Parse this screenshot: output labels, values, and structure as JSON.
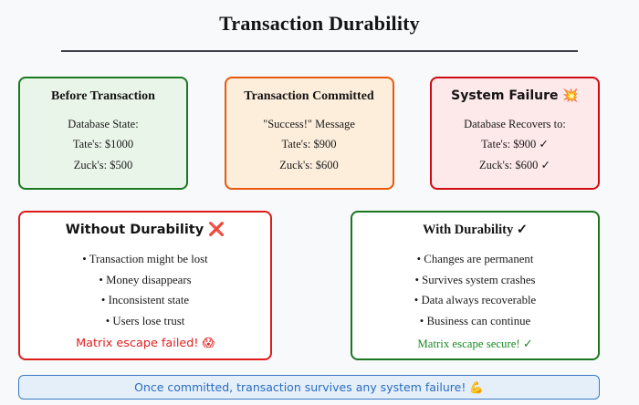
{
  "page": {
    "title": "Transaction Durability",
    "background_color": "#f7f9fb"
  },
  "states": [
    {
      "title": "Before Transaction",
      "accent_color": "#1a7a1f",
      "fill_color": "#eaf5ea",
      "lines": [
        "Database State:",
        "Tate's: $1000",
        "Zuck's: $500"
      ]
    },
    {
      "title": "Transaction Committed",
      "accent_color": "#e8590c",
      "fill_color": "#fdeedc",
      "lines": [
        "\"Success!\" Message",
        "Tate's: $900",
        "Zuck's: $600"
      ]
    },
    {
      "title": "System Failure 💥",
      "accent_color": "#d10a12",
      "fill_color": "#fde8ea",
      "lines": [
        "Database Recovers to:",
        "Tate's: $900 ✓",
        "Zuck's: $600 ✓"
      ]
    }
  ],
  "compare": {
    "without": {
      "title": "Without Durability ❌",
      "accent_color": "#e01b1b",
      "items": [
        "• Transaction might be lost",
        "• Money disappears",
        "• Inconsistent state",
        "• Users lose trust"
      ],
      "verdict": "Matrix escape failed! 😱",
      "verdict_color": "#e02020"
    },
    "with": {
      "title": "With Durability ✓",
      "accent_color": "#19761f",
      "items": [
        "• Changes are permanent",
        "• Survives system crashes",
        "• Data always recoverable",
        "• Business can continue"
      ],
      "verdict": "Matrix escape secure! ✓",
      "verdict_color": "#1a8a24"
    }
  },
  "footer": {
    "text": "Once committed, transaction survives any system failure! 💪",
    "text_color": "#2a6cc0",
    "border_color": "#3b79c4",
    "fill_color": "#e4effa"
  }
}
